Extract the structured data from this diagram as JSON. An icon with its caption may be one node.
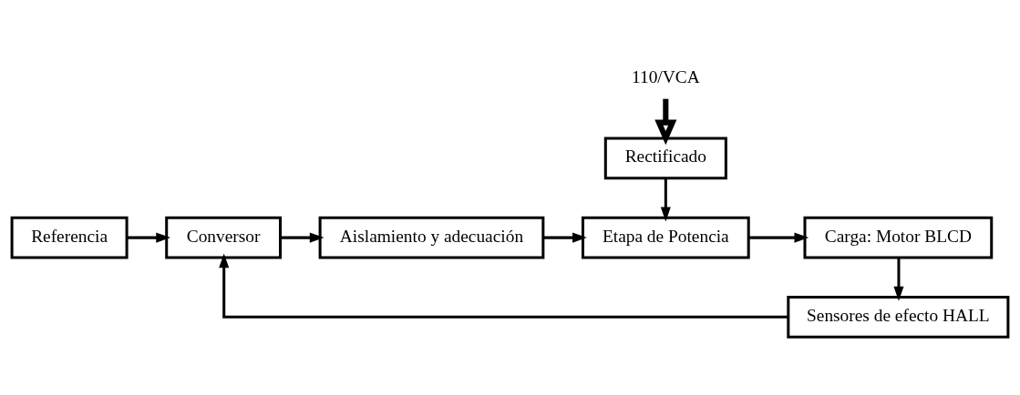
{
  "diagram": {
    "nodes": [
      {
        "text": [
          "110/VCA"
        ]
      },
      {
        "text": [
          "Rectificado"
        ]
      },
      {
        "text": [
          "Referencia"
        ]
      },
      {
        "text": [
          "Conversor"
        ]
      },
      {
        "text": [
          "Aislamiento y adecuación"
        ]
      },
      {
        "text": [
          "Etapa de Potencia"
        ]
      },
      {
        "text": [
          "Carga: Motor BLCD"
        ]
      },
      {
        "text": [
          "Sensores de efecto HALL"
        ]
      }
    ],
    "edges": [
      {
        "from": 0,
        "to": 1,
        "arrow": "to",
        "style": "thick"
      },
      {
        "from": 1,
        "to": 5,
        "arrow": "to"
      },
      {
        "from": 2,
        "to": 3,
        "arrow": "to"
      },
      {
        "from": 3,
        "to": 4,
        "arrow": "to"
      },
      {
        "from": 4,
        "to": 5,
        "arrow": "to"
      },
      {
        "from": 5,
        "to": 6,
        "arrow": "to"
      },
      {
        "from": 6,
        "to": 7,
        "arrow": "to"
      },
      {
        "from": 7,
        "to": 3,
        "arrow": "to"
      }
    ]
  }
}
